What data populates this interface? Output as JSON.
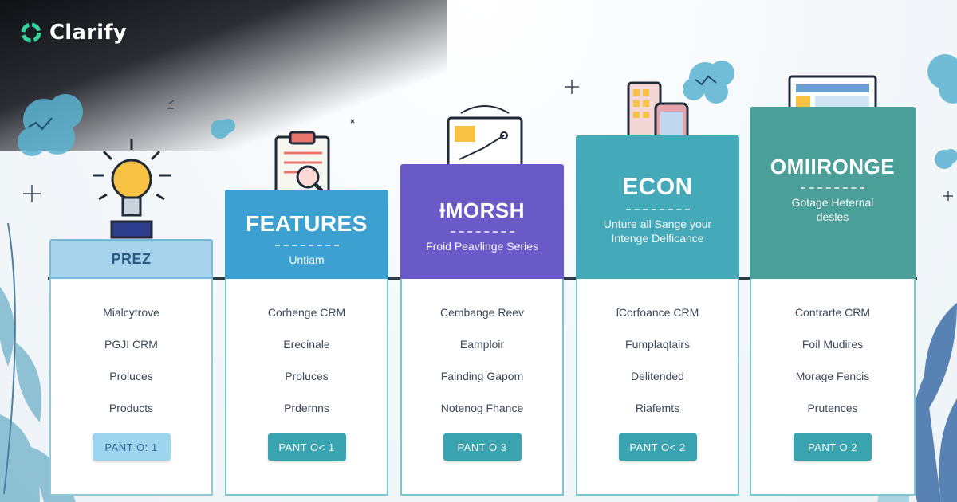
{
  "brand": {
    "name": "Clarify"
  },
  "colors": {
    "accent": "#3aa3b0",
    "col1": "#a8d3ec",
    "col2": "#3ca0d0",
    "col3": "#6a5ac8",
    "col4": "#44a9b9",
    "col5": "#4a9f98"
  },
  "columns": [
    {
      "title": "PREZ",
      "subtitle": "",
      "illustration": "lightbulb-icon",
      "items": [
        "Mialcytrove",
        "PGJI CRM",
        "Proluces",
        "Products"
      ],
      "button": "PANT O: 1"
    },
    {
      "title": "FEATURES",
      "subtitle": "Untiam",
      "illustration": "clipboard-magnifier-icon",
      "items": [
        "Corhenge CRM",
        "Erecinale",
        "Proluces",
        "Prdernns"
      ],
      "button": "PANT O< 1"
    },
    {
      "title": "ƗMORSH",
      "subtitle": "Froid Peavlinge Series",
      "illustration": "laptop-chart-icon",
      "items": [
        "Cembange Reev",
        "Eamploir",
        "Fainding Gapom",
        "Notenog Fhance"
      ],
      "button": "PANT O 3"
    },
    {
      "title": "ECON",
      "subtitle": "Unture all Sange your Intenge Delficance",
      "illustration": "devices-icon",
      "items": [
        "ſCorfoance CRM",
        "Fumplaqtairs",
        "Delitended",
        "Riafemts"
      ],
      "button": "PANT O< 2"
    },
    {
      "title": "OMlIRONGE",
      "subtitle": "Gotage Heternal desles",
      "illustration": "laptop-dashboard-icon",
      "items": [
        "Contrarte CRM",
        "Foil Mudires",
        "Morage Fencis",
        "Prutences"
      ],
      "button": "PANT O 2"
    }
  ]
}
